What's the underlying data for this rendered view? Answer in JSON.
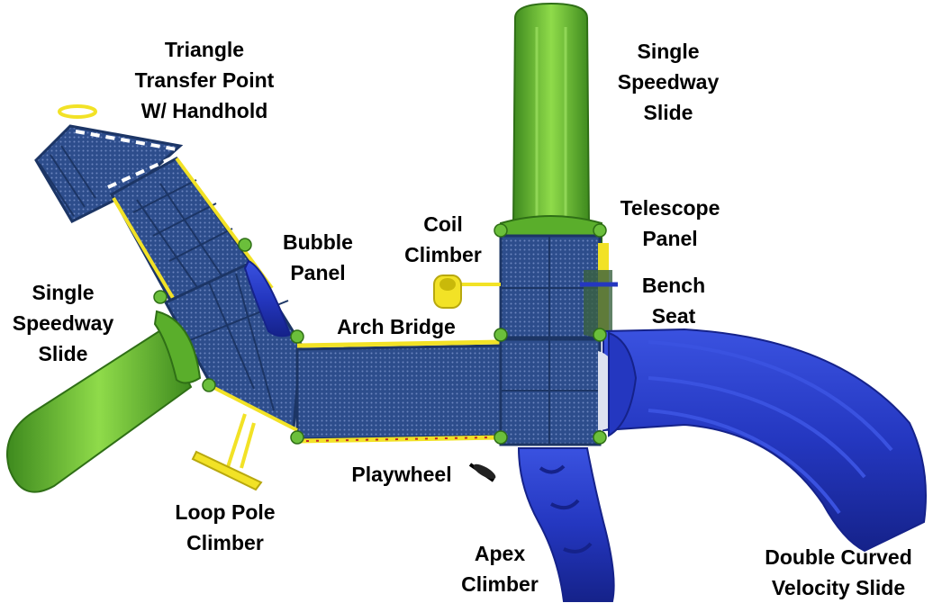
{
  "colors": {
    "deck": "#2d4d8c",
    "deck_edge": "#1c3565",
    "green": "#6fbf35",
    "green_dark": "#3e8a1e",
    "blue": "#2437c0",
    "blue_dark": "#15228a",
    "yellow": "#f2e226",
    "red": "#c0262f",
    "ball_green": "#6bbf3b"
  },
  "labels": {
    "triangle": [
      "Triangle",
      "Transfer Point",
      "W/ Handhold"
    ],
    "speedway_top": [
      "Single",
      "Speedway",
      "Slide"
    ],
    "coil": [
      "Coil",
      "Climber"
    ],
    "telescope": [
      "Telescope",
      "Panel"
    ],
    "bubble": [
      "Bubble",
      "Panel"
    ],
    "bench": [
      "Bench",
      "Seat"
    ],
    "speedway_left": [
      "Single",
      "Speedway",
      "Slide"
    ],
    "arch": [
      "Arch Bridge"
    ],
    "playwheel": [
      "Playwheel"
    ],
    "loop": [
      "Loop Pole",
      "Climber"
    ],
    "apex": [
      "Apex",
      "Climber"
    ],
    "velocity": [
      "Double Curved",
      "Velocity Slide"
    ]
  }
}
